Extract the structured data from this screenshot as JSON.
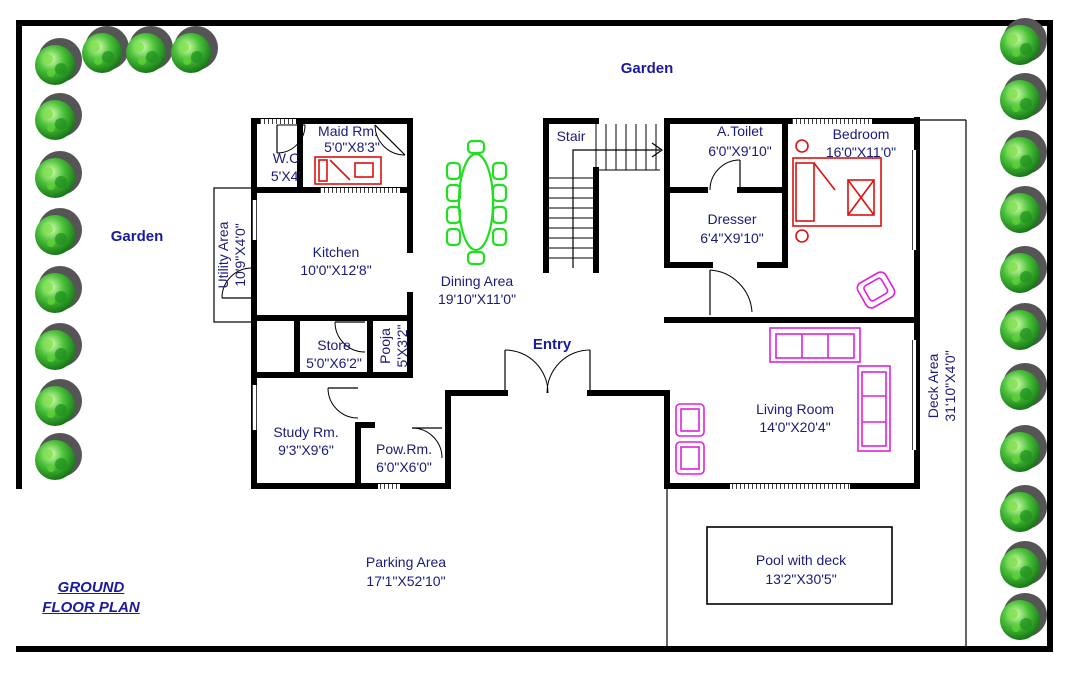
{
  "plan_title": {
    "line1": "GROUND",
    "line2": "FLOOR PLAN"
  },
  "labels": {
    "garden_top": "Garden",
    "garden_left": "Garden",
    "maid_name": "Maid Rm.",
    "maid_size": "5'0\"X8'3\"",
    "wc_name": "W.C",
    "wc_size": "5'X4'",
    "utility_name": "Utility Area",
    "utility_size": "10'9\"X4'0\"",
    "kitchen_name": "Kitchen",
    "kitchen_size": "10'0\"X12'8\"",
    "store_name": "Store",
    "store_size": "5'0\"X6'2\"",
    "pooja_name": "Pooja",
    "pooja_size": "5'X3'2\"",
    "study_name": "Study Rm.",
    "study_size": "9'3\"X9'6\"",
    "pow_name": "Pow.Rm.",
    "pow_size": "6'0\"X6'0\"",
    "dining_name": "Dining Area",
    "dining_size": "19'10\"X11'0\"",
    "stair": "Stair",
    "entry": "Entry",
    "atoilet_name": "A.Toilet",
    "atoilet_size": "6'0\"X9'10\"",
    "bedroom_name": "Bedroom",
    "bedroom_size": "16'0\"X11'0\"",
    "dresser_name": "Dresser",
    "dresser_size": "6'4\"X9'10\"",
    "living_name": "Living Room",
    "living_size": "14'0\"X20'4\"",
    "deck_name": "Deck Area",
    "deck_size": "31'10\"X4'0\"",
    "parking_name": "Parking Area",
    "parking_size": "17'1\"X52'10\"",
    "pool_name": "Pool with deck",
    "pool_size": "13'2\"X30'5\""
  },
  "colors": {
    "wall": "#000000",
    "label": "#1a1a7a",
    "dining_furniture": "#22dd22",
    "bedroom_furniture": "#dd1111",
    "living_furniture": "#dd22dd",
    "tree_leaf": "#2aa82a",
    "tree_shadow": "#555555"
  },
  "icons": [
    "tree-icon",
    "dining-table-icon",
    "bed-icon",
    "sofa-icon",
    "armchair-icon",
    "door-swing-icon",
    "stair-arrow-icon"
  ]
}
